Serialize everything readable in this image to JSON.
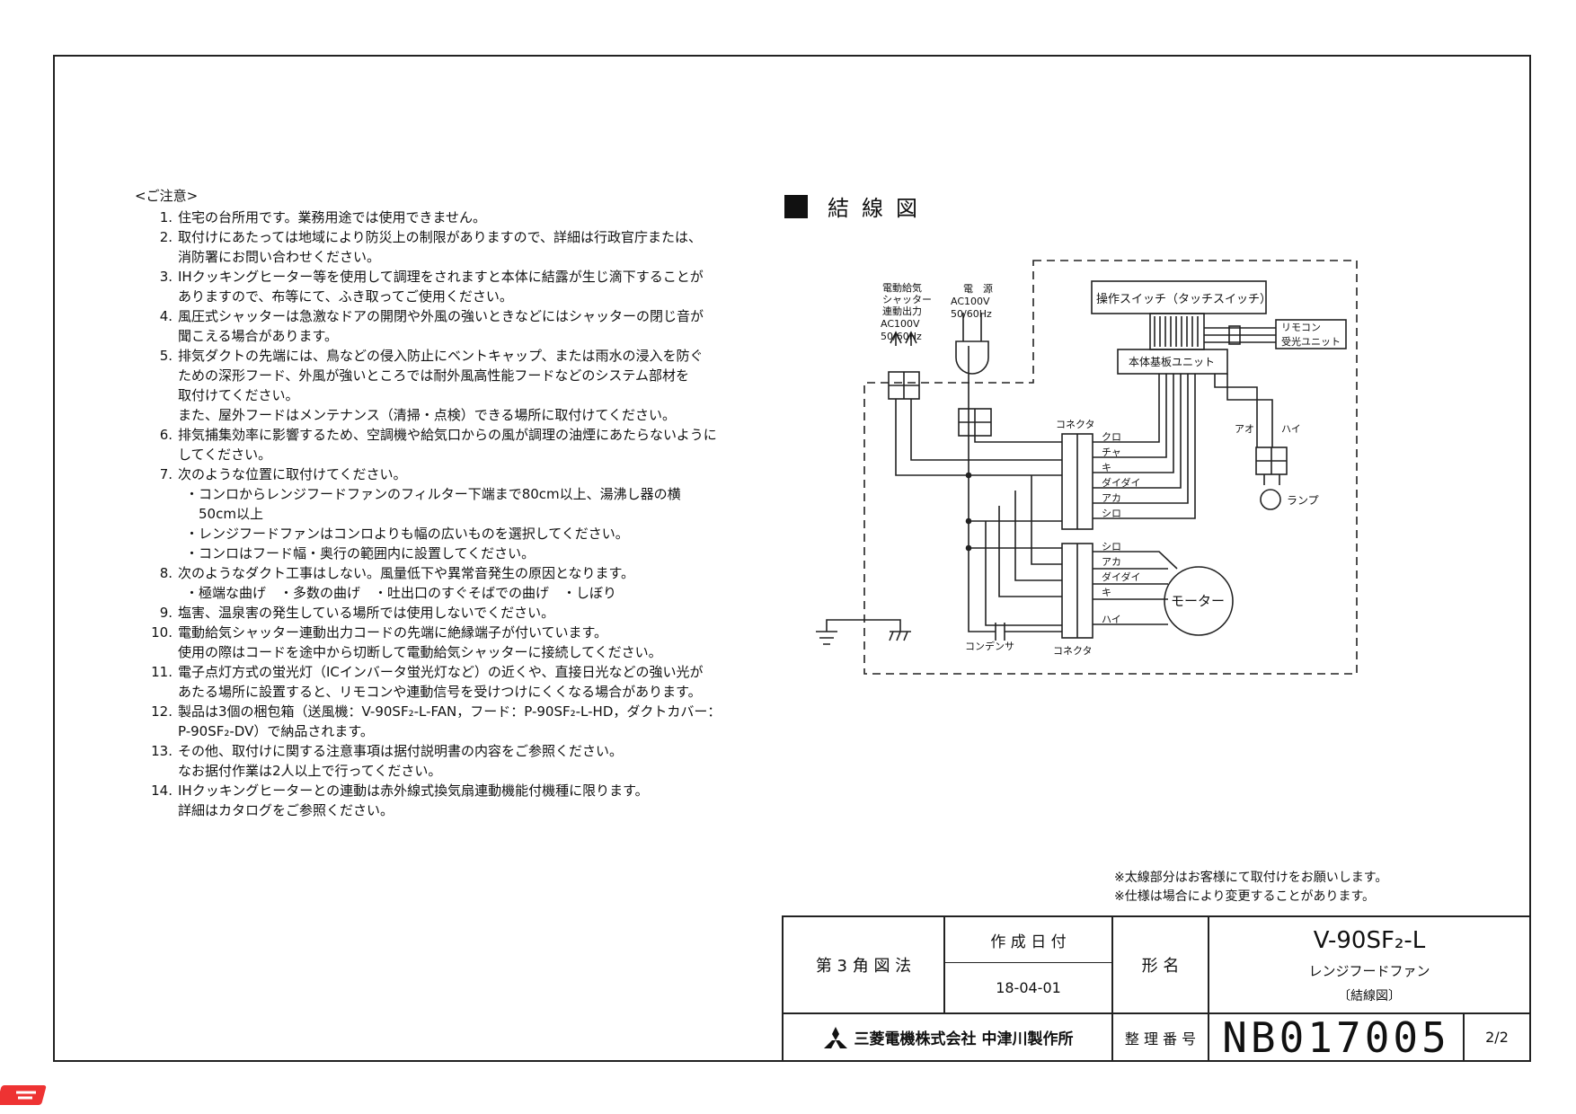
{
  "notes": {
    "heading": "<ご注意>",
    "items": [
      {
        "num": "1.",
        "lines": [
          "住宅の台所用です。業務用途では使用できません。"
        ]
      },
      {
        "num": "2.",
        "lines": [
          "取付けにあたっては地域により防災上の制限がありますので、詳細は行政官庁または、",
          "消防署にお問い合わせください。"
        ]
      },
      {
        "num": "3.",
        "lines": [
          "IHクッキングヒーター等を使用して調理をされますと本体に結露が生じ滴下することが",
          "ありますので、布等にて、ふき取ってご使用ください。"
        ]
      },
      {
        "num": "4.",
        "lines": [
          "風圧式シャッターは急激なドアの開閉や外風の強いときなどにはシャッターの閉じ音が",
          "聞こえる場合があります。"
        ]
      },
      {
        "num": "5.",
        "lines": [
          "排気ダクトの先端には、鳥などの侵入防止にベントキャップ、または雨水の浸入を防ぐ",
          "ための深形フード、外風が強いところでは耐外風高性能フードなどのシステム部材を",
          "取付けてください。",
          "また、屋外フードはメンテナンス（清掃・点検）できる場所に取付けてください。"
        ]
      },
      {
        "num": "6.",
        "lines": [
          "排気捕集効率に影響するため、空調機や給気口からの風が調理の油煙にあたらないように",
          "してください。"
        ]
      },
      {
        "num": "7.",
        "lines": [
          "次のような位置に取付けてください。",
          "・コンロからレンジフードファンのフィルター下端まで80cm以上、湯沸し器の横",
          "　50cm以上",
          "・レンジフードファンはコンロよりも幅の広いものを選択してください。",
          "・コンロはフード幅・奥行の範囲内に設置してください。"
        ]
      },
      {
        "num": "8.",
        "lines": [
          "次のようなダクト工事はしない。風量低下や異常音発生の原因となります。",
          "・極端な曲げ　・多数の曲げ　・吐出口のすぐそばでの曲げ　・しぼり"
        ]
      },
      {
        "num": "9.",
        "lines": [
          "塩害、温泉害の発生している場所では使用しないでください。"
        ]
      },
      {
        "num": "10.",
        "lines": [
          "電動給気シャッター連動出力コードの先端に絶縁端子が付いています。",
          "使用の際はコードを途中から切断して電動給気シャッターに接続してください。"
        ]
      },
      {
        "num": "11.",
        "lines": [
          "電子点灯方式の蛍光灯（ICインバータ蛍光灯など）の近くや、直接日光などの強い光が",
          "あたる場所に設置すると、リモコンや連動信号を受けつけにくくなる場合があります。"
        ]
      },
      {
        "num": "12.",
        "lines": [
          "製品は3個の梱包箱（送風機：V-90SF₂-L-FAN，フード：P-90SF₂-L-HD，ダクトカバー：",
          "P-90SF₂-DV）で納品されます。"
        ]
      },
      {
        "num": "13.",
        "lines": [
          "その他、取付けに関する注意事項は据付説明書の内容をご参照ください。",
          "なお据付作業は2人以上で行ってください。"
        ]
      },
      {
        "num": "14.",
        "lines": [
          "IHクッキングヒーターとの連動は赤外線式換気扇連動機能付機種に限ります。",
          "詳細はカタログをご参照ください。"
        ]
      }
    ]
  },
  "wiring": {
    "title": "結線図",
    "shutter_label": [
      "電動給気",
      "シャッター",
      "連動出力",
      "AC100V",
      "50/60Hz"
    ],
    "power_label": [
      "電　源",
      "AC100V",
      "50/60Hz"
    ],
    "switch": "操作スイッチ（タッチスイッチ）",
    "remote": [
      "リモコン",
      "受光ユニット"
    ],
    "board": "本体基板ユニット",
    "connector": "コネクタ",
    "connector_top_wires": [
      "クロ",
      "チャ",
      "キ",
      "ダイダイ",
      "アカ",
      "シロ"
    ],
    "connector_bottom_wires": [
      "シロ",
      "アカ",
      "ダイダイ",
      "キ",
      "ハイ"
    ],
    "lamp_wires": [
      "アオ",
      "ハイ"
    ],
    "lamp": "ランプ",
    "motor": "モーター",
    "capacitor": "コンデンサ"
  },
  "remarks": [
    "※太線部分はお客様にて取付けをお願いします。",
    "※仕様は場合により変更することがあります。"
  ],
  "title_block": {
    "projection": "第 3 角 図 法",
    "date_label": "作 成 日 付",
    "date": "18-04-01",
    "model_label": "形 名",
    "model": "V-90SF₂-L",
    "product": "レンジフードファン",
    "doc_type": "〔結線図〕",
    "company": "三菱電機株式会社 中津川製作所",
    "ref_label": "整 理 番 号",
    "ref_number": "NB017005",
    "page": "2/2"
  }
}
